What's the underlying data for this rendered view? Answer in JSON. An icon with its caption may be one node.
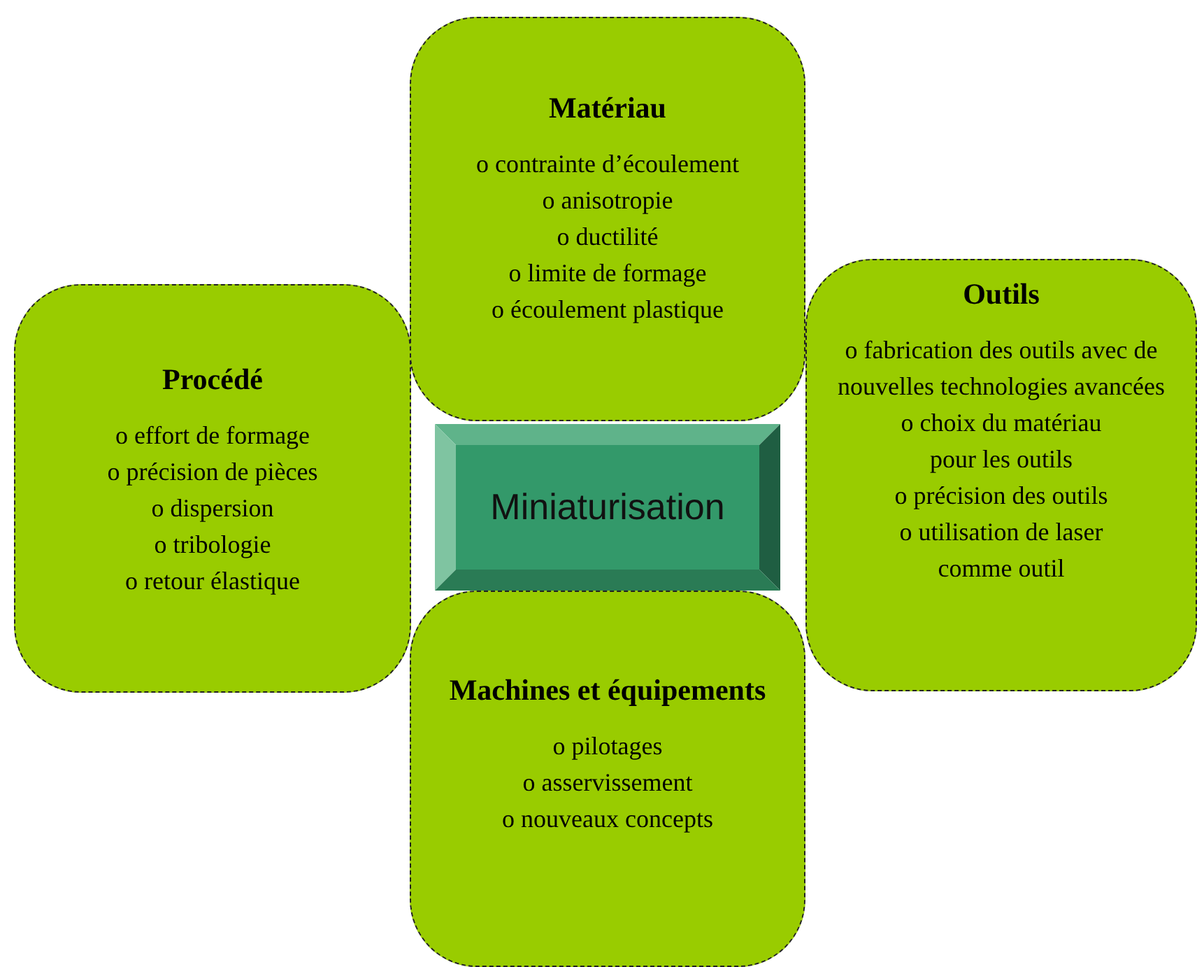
{
  "diagram": {
    "nodes": [
      {
        "text": [
          "Matériau",
          "o contrainte d’écoulement",
          "o anisotropie",
          "o ductilité",
          "o limite de formage",
          "o écoulement plastique"
        ]
      },
      {
        "text": [
          "Outils",
          "o fabrication des outils avec de nouvelles technologies avancées",
          "o choix du matériau pour les outils",
          "o précision des outils",
          "o utilisation de laser comme outil"
        ]
      },
      {
        "text": [
          "Procédé",
          "o effort de formage",
          "o précision de pièces",
          "o dispersion",
          "o tribologie",
          "o retour élastique"
        ]
      },
      {
        "text": [
          "Miniaturisation"
        ]
      },
      {
        "text": [
          "Machines et équipements",
          "o pilotages",
          "o asservissement",
          "o nouveaux concepts"
        ]
      }
    ]
  }
}
